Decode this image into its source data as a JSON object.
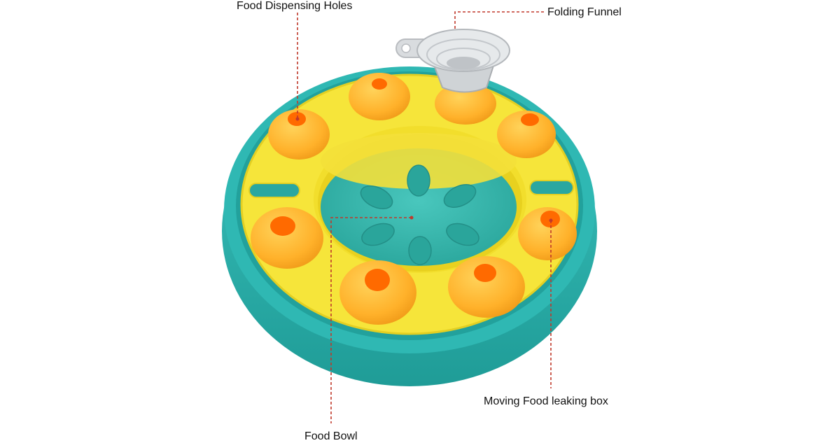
{
  "colors": {
    "base_teal": "#2fb8b3",
    "base_teal_dark": "#1e9893",
    "tray_yellow": "#f6e53a",
    "dome_orange": "#ffb62e",
    "hole_orange": "#ff6a00",
    "bowl_teal": "#36b7ad",
    "funnel_gray": "#d9dcdf",
    "leader_red": "#c0392b"
  },
  "labels": {
    "food_dispensing_holes": "Food Dispensing Holes",
    "folding_funnel": "Folding Funnel",
    "moving_food_leaking_box": "Moving Food leaking box",
    "food_bowl": "Food Bowl"
  }
}
